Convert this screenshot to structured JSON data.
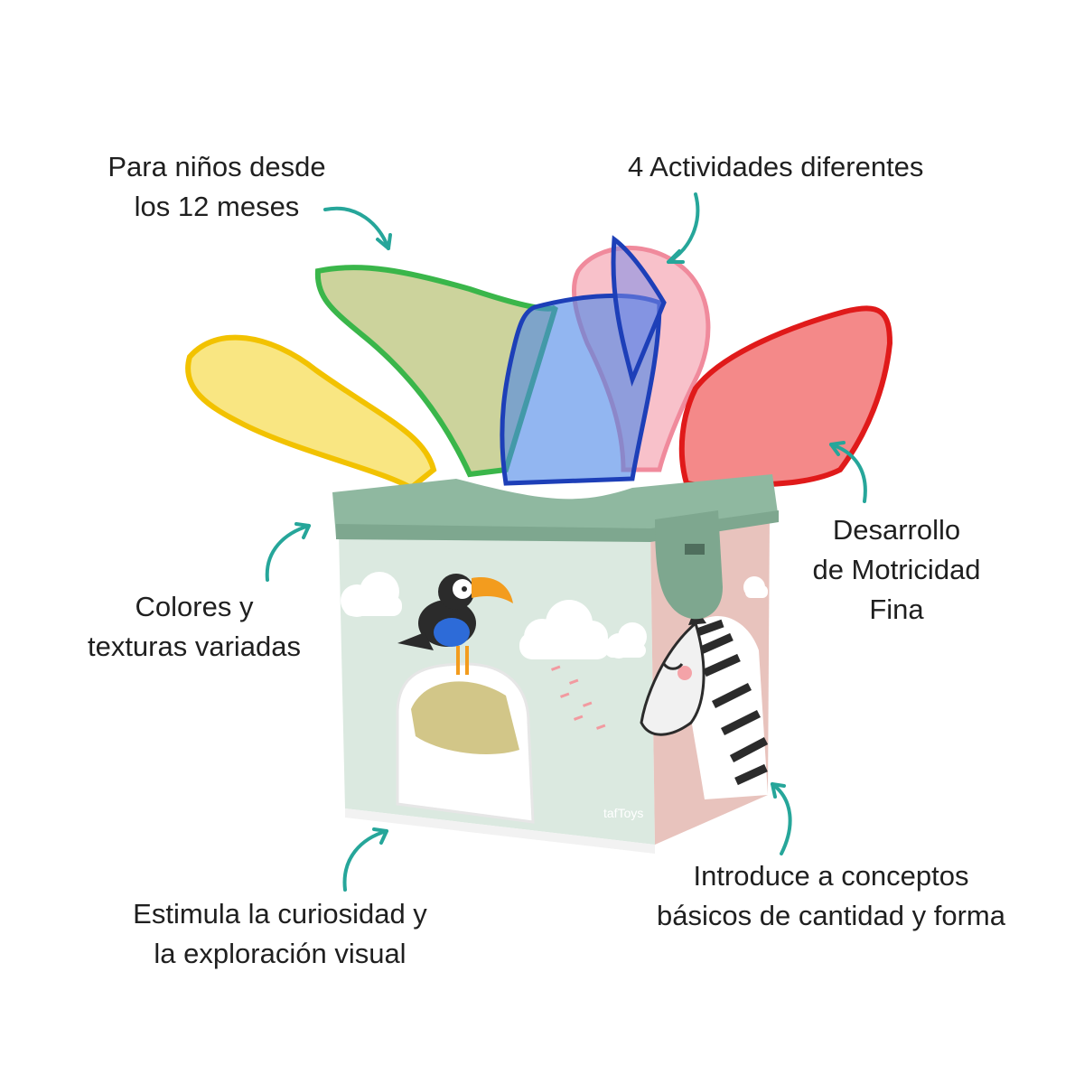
{
  "features": {
    "age": {
      "line1": "Para niños desde",
      "line2": "los 12 meses"
    },
    "activities": {
      "line1": "4 Actividades diferentes"
    },
    "colors": {
      "line1": "Colores y",
      "line2": "texturas variadas"
    },
    "motor": {
      "line1": "Desarrollo",
      "line2": "de Motricidad",
      "line3": "Fina"
    },
    "curiosity": {
      "line1": "Estimula la curiosidad y",
      "line2": "la exploración visual"
    },
    "concepts": {
      "line1": "Introduce a conceptos",
      "line2": "básicos de cantidad y forma"
    }
  },
  "product": {
    "brand_mark": "tafToys"
  },
  "colors": {
    "arrow": "#26a69a",
    "box_green": "#dbe9e0",
    "box_pink": "#e8c3bd",
    "lid": "#8fb8a0",
    "scarf_yellow": "#f4d21c",
    "scarf_green": "#a8b23a",
    "scarf_blue": "#3d7fe0",
    "scarf_pink": "#f5a6b4",
    "scarf_red": "#ec3a3a"
  },
  "icons": [
    "arrow-icon",
    "toucan-icon",
    "zebra-icon",
    "cloud-icon"
  ]
}
